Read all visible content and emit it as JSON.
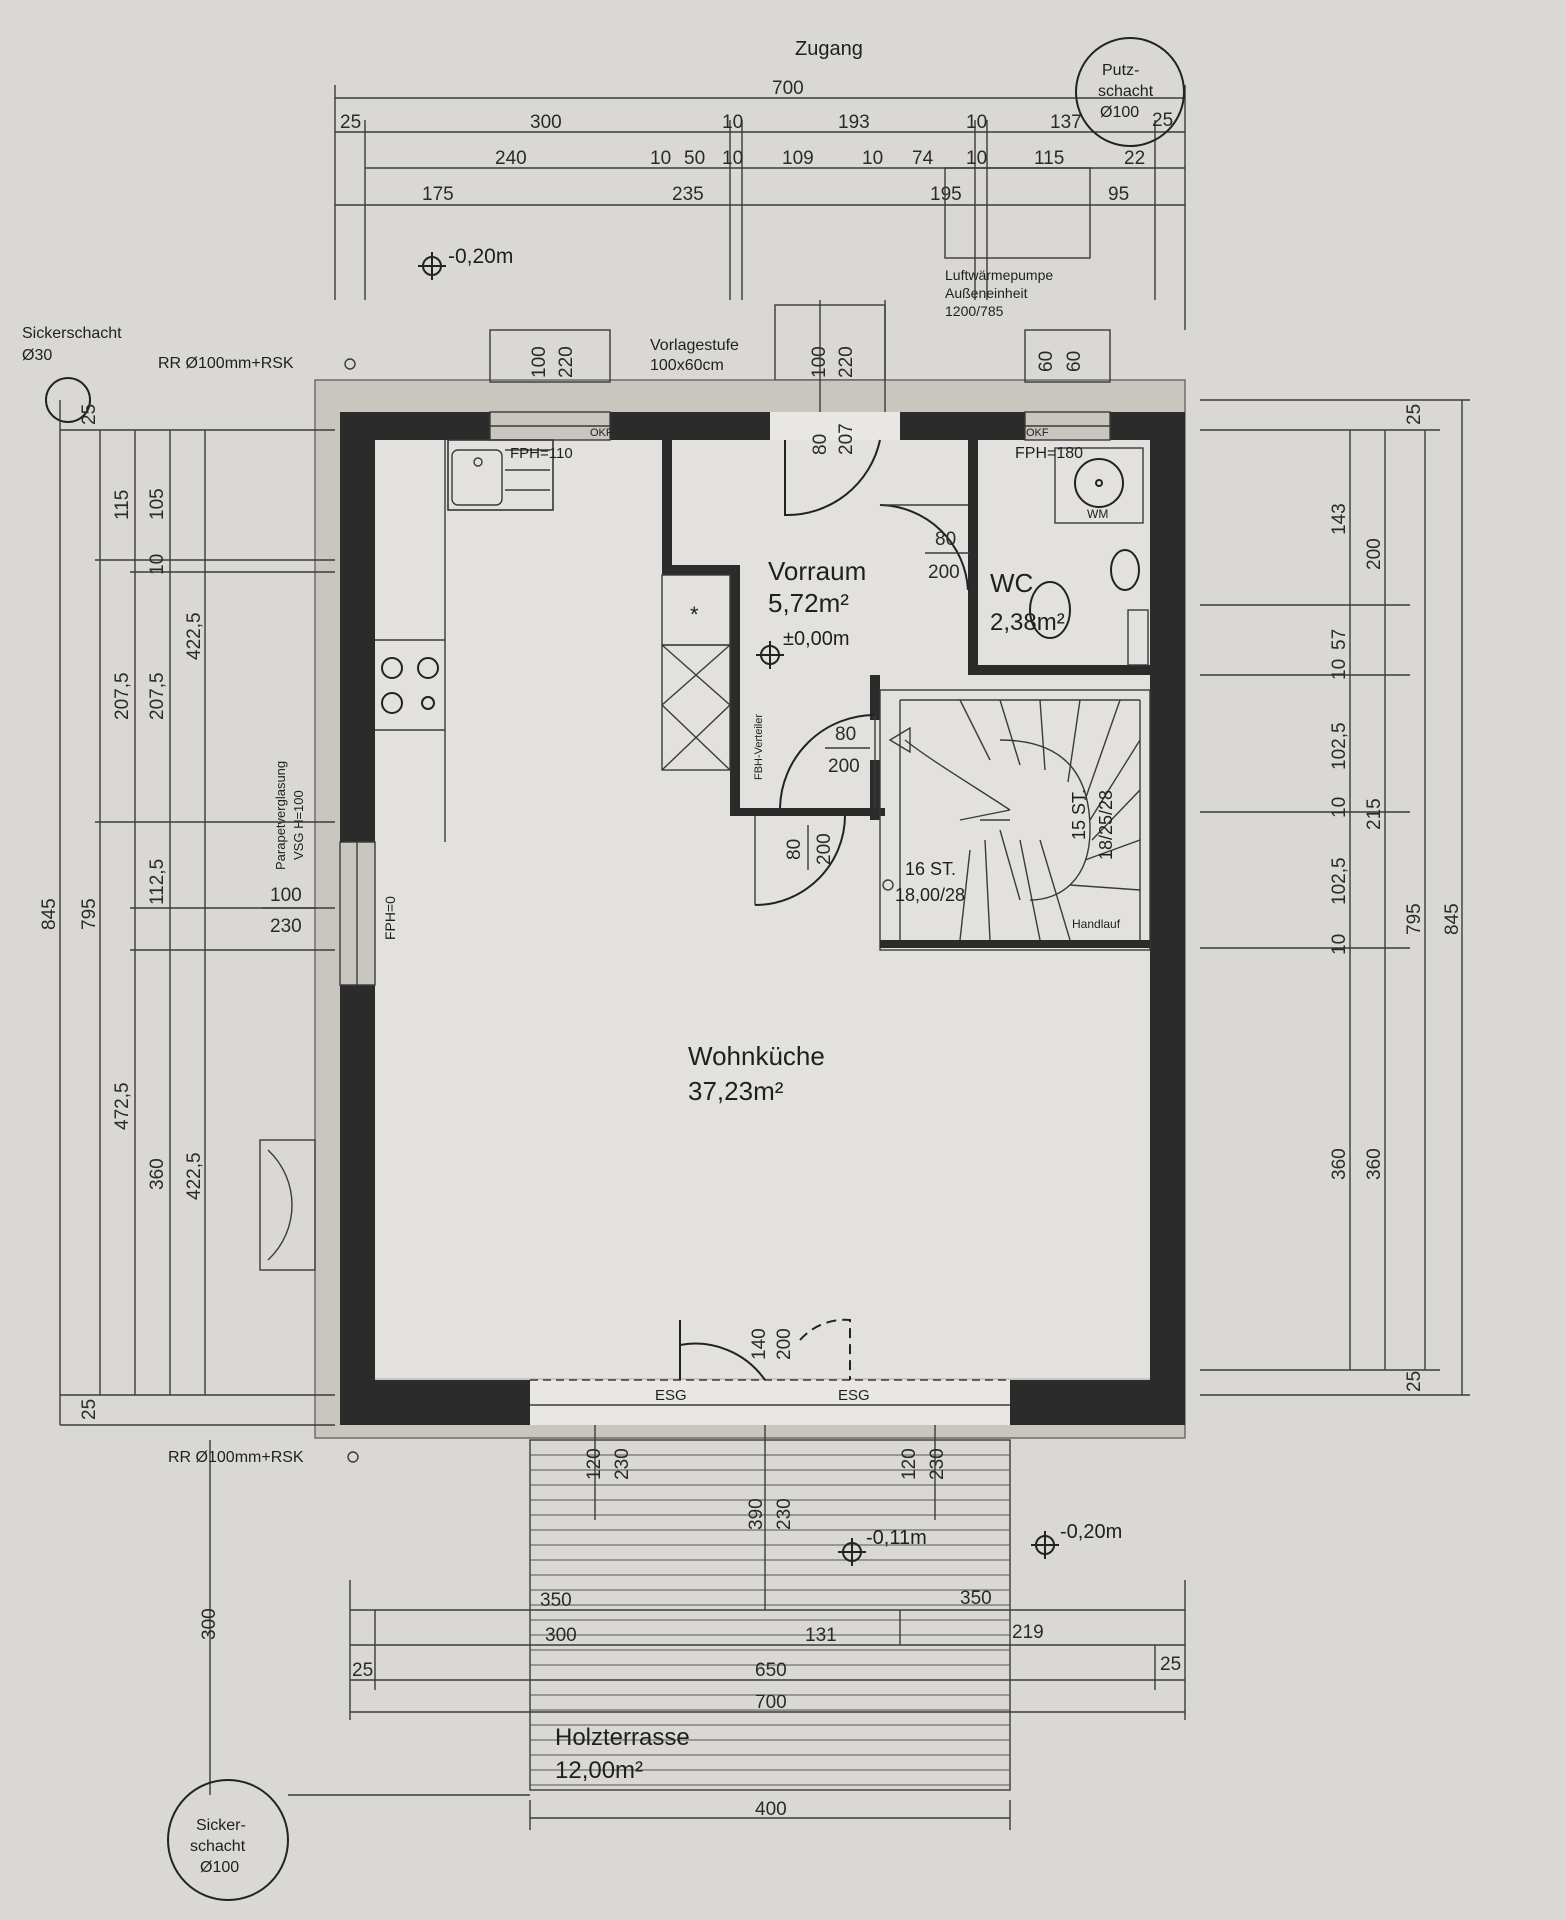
{
  "title": "Zugang",
  "rooms": {
    "vorraum": {
      "name": "Vorraum",
      "area": "5,72m²",
      "level": "±0,00m"
    },
    "wc": {
      "name": "WC",
      "area": "2,38m²"
    },
    "wohnkueche": {
      "name": "Wohnküche",
      "area": "37,23m²"
    },
    "terrasse": {
      "name": "Holzterrasse",
      "area": "12,00m²"
    }
  },
  "shafts": {
    "putzschacht": {
      "line1": "Putz-",
      "line2": "schacht",
      "line3": "Ø100"
    },
    "sicker_top": {
      "line1": "Sickerschacht",
      "line2": "Ø30"
    },
    "sicker_bottom": {
      "line1": "Sicker-",
      "line2": "schacht",
      "line3": "Ø100"
    }
  },
  "levels": {
    "top_left": "-0,20m",
    "terrace": "-0,11m",
    "right": "-0,20m"
  },
  "notes": {
    "rr_top": "RR Ø100mm+RSK",
    "rr_bottom": "RR Ø100mm+RSK",
    "vorlage_1": "Vorlagestufe",
    "vorlage_2": "100x60cm",
    "lwp_1": "Luftwärmepumpe",
    "lwp_2": "Außeneinheit",
    "lwp_3": "1200/785",
    "fph_left": "FPH=110",
    "fph_right": "FPH=180",
    "fph_side": "FPH=0",
    "wm": "WM",
    "fbh": "FBH-Verteiler",
    "parapet_1": "Parapetverglasung",
    "parapet_2": "VSG H=100",
    "stair_lower_1": "16 ST.",
    "stair_lower_2": "18,00/28",
    "stair_upper_1": "15 ST.",
    "stair_upper_2": "18/25/28",
    "handlauf": "Handlauf",
    "esg": "ESG",
    "okf": "OKF",
    "star": "*"
  },
  "dims_top": {
    "r1": [
      "700"
    ],
    "r2": [
      "25",
      "300",
      "10",
      "193",
      "10",
      "137",
      "25"
    ],
    "r3": [
      "240",
      "10",
      "50",
      "10",
      "109",
      "10",
      "74",
      "10",
      "115",
      "22"
    ],
    "r4": [
      "175",
      "235",
      "195",
      "95"
    ]
  },
  "dims_left": [
    "845",
    "795",
    "472,5",
    "207,5",
    "207,5",
    "422,5",
    "422,5",
    "115",
    "105",
    "10",
    "112,5",
    "360",
    "25",
    "25",
    "300"
  ],
  "dims_right": [
    "25",
    "143",
    "200",
    "57",
    "10",
    "102,5",
    "215",
    "10",
    "102,5",
    "10",
    "795",
    "845",
    "360",
    "360",
    "25"
  ],
  "dims_bottom": [
    "350",
    "350",
    "300",
    "131",
    "219",
    "25",
    "650",
    "25",
    "700",
    "400"
  ],
  "openings": {
    "win_top_left": [
      "100",
      "220"
    ],
    "win_top_mid": [
      "100",
      "220"
    ],
    "win_top_right": [
      "60",
      "60"
    ],
    "door_entry": [
      "80",
      "207"
    ],
    "door_wc": [
      "80",
      "200"
    ],
    "door_fbh": [
      "80",
      "200"
    ],
    "door_lower": [
      "80",
      "200"
    ],
    "win_left": [
      "100",
      "230"
    ],
    "terrace_door": [
      "140",
      "200"
    ],
    "terr_l": [
      "120",
      "230"
    ],
    "terr_r": [
      "120",
      "230"
    ],
    "terr_c": [
      "390",
      "230"
    ]
  }
}
